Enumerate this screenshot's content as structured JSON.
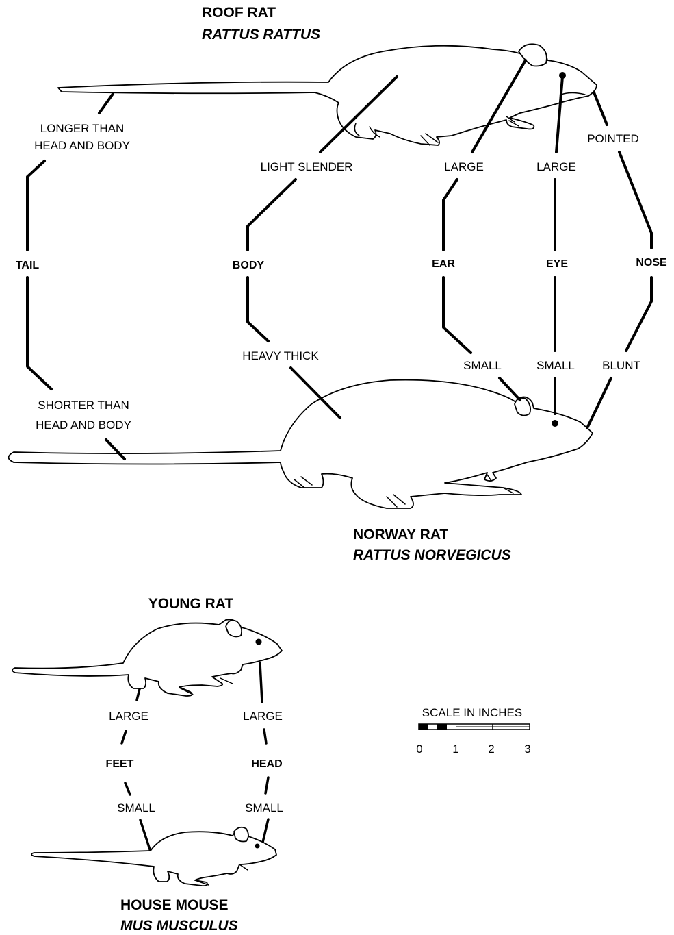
{
  "animals": {
    "roof_rat": {
      "name": "ROOF RAT",
      "scientific": "RATTUS RATTUS"
    },
    "norway_rat": {
      "name": "NORWAY RAT",
      "scientific": "RATTUS NORVEGICUS"
    },
    "young_rat": {
      "name": "YOUNG RAT"
    },
    "house_mouse": {
      "name": "HOUSE MOUSE",
      "scientific": "MUS MUSCULUS"
    }
  },
  "rat_comparison": {
    "tail": {
      "trait": "TAIL",
      "roof_line1": "LONGER THAN",
      "roof_line2": "HEAD AND BODY",
      "norway_line1": "SHORTER THAN",
      "norway_line2": "HEAD AND BODY"
    },
    "body": {
      "trait": "BODY",
      "roof": "LIGHT SLENDER",
      "norway": "HEAVY THICK"
    },
    "ear": {
      "trait": "EAR",
      "roof": "LARGE",
      "norway": "SMALL"
    },
    "eye": {
      "trait": "EYE",
      "roof": "LARGE",
      "norway": "SMALL"
    },
    "nose": {
      "trait": "NOSE",
      "roof": "POINTED",
      "norway": "BLUNT"
    }
  },
  "young_vs_mouse": {
    "feet": {
      "trait": "FEET",
      "young": "LARGE",
      "mouse": "SMALL"
    },
    "head": {
      "trait": "HEAD",
      "young": "LARGE",
      "mouse": "SMALL"
    }
  },
  "scale": {
    "title": "SCALE IN INCHES",
    "ticks": [
      "0",
      "1",
      "2",
      "3"
    ]
  }
}
